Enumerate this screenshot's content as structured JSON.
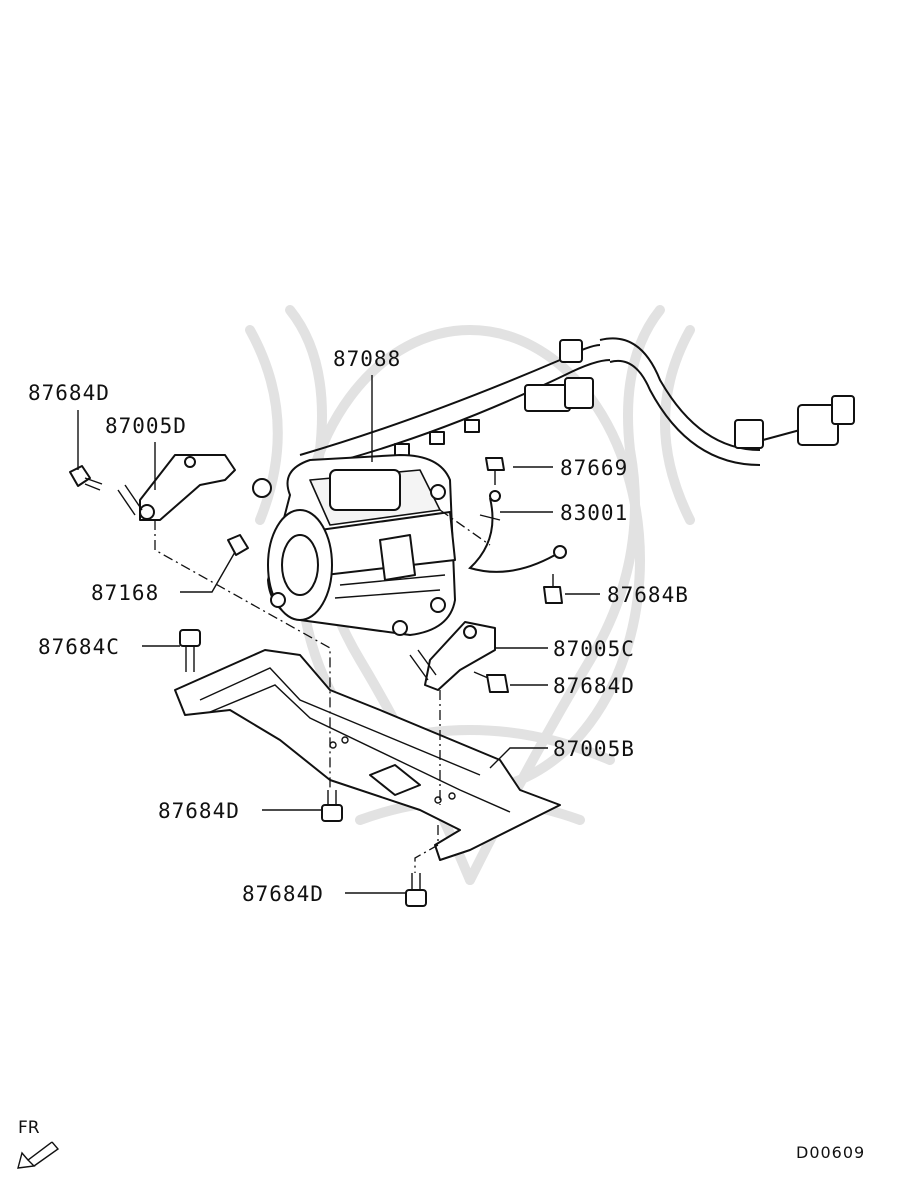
{
  "labels": {
    "p87088": "87088",
    "p87684D_top": "87684D",
    "p87005D": "87005D",
    "p87669": "87669",
    "p83001": "83001",
    "p87168": "87168",
    "p87684B": "87684B",
    "p87684C": "87684C",
    "p87005C": "87005C",
    "p87684D_right": "87684D",
    "p87005B": "87005B",
    "p87684D_mid": "87684D",
    "p87684D_bottom": "87684D"
  },
  "orientation": {
    "text": "FR",
    "icon": "front-arrow-icon"
  },
  "diagram_code": "D00609",
  "colors": {
    "ink": "#111111",
    "watermark": "#e2e2e2",
    "background": "#ffffff"
  }
}
